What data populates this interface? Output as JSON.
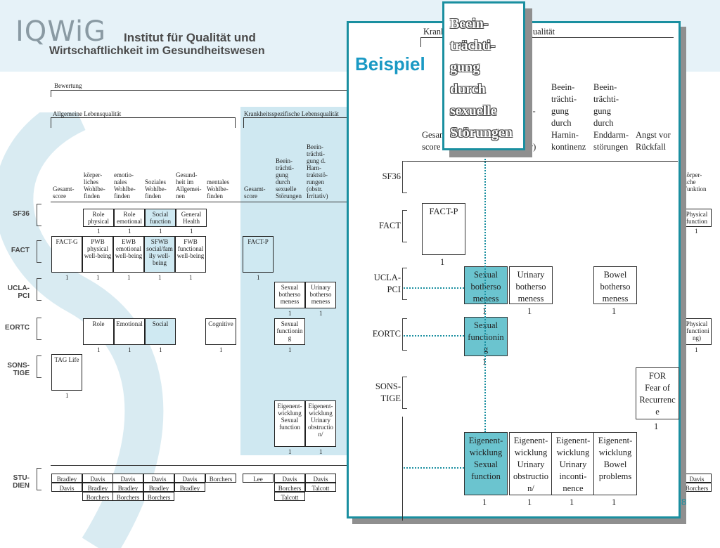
{
  "logo": {
    "mark": "IQWiG",
    "line1": "Institut für Qualität und",
    "line2": "Wirtschaftlichkeit im Gesundheitswesen"
  },
  "title": "Beispiel",
  "page_number": "8",
  "callout": {
    "lines": [
      "Beein-",
      "trächti-",
      "gung",
      "durch",
      "sexuelle",
      "Störungen"
    ]
  },
  "bg": {
    "bewertung": "Bewertung",
    "allg": "Allgemeine Lebensqualität",
    "krank": "Krankheitsspezifische Lebensqualität",
    "cols": [
      {
        "t": "Gesamt-\nscore"
      },
      {
        "t": "körper-\nliches\nWohlbe-\nfinden"
      },
      {
        "t": "emotio-\nnales\nWohlbe-\nfinden"
      },
      {
        "t": "Soziales\nWohlbe-\nfinden"
      },
      {
        "t": "Gesund-\nheit im\nAllgemei-\nnen"
      },
      {
        "t": "mentales\nWohlbe-\nfinden"
      },
      {
        "t": "Gesamt-\nscore"
      },
      {
        "t": "Beein-\nträchti-\ngung\ndurch\nsexuelle\nStörungen"
      },
      {
        "t": "Beein-\nträchti-\ngung d.\nHarn-\ntraktstö-\nrungen\n(obstr.\nIrritativ)"
      }
    ],
    "rows": [
      "SF36",
      "FACT",
      "UCLA-\nPCI",
      "EORTC",
      "SONS-\nTIGE",
      "STU-\nDIEN"
    ],
    "sf36": [
      "Role\nphysical",
      "Role\nemotional",
      "Social\nfunction",
      "General\nHealth"
    ],
    "fact": [
      "FACT-G",
      "PWB\nphysical\nwell-being",
      "EWB\nemotional\nwell-being",
      "SFWB\nsocial/fam\nily well-\nbeing",
      "FWB\nfunctional\nwell-being"
    ],
    "factp": "FACT-P",
    "ucla": [
      "Sexual\nbotherso\nmeness",
      "Urinary\nbotherso\nmeness"
    ],
    "eortc": [
      "Role",
      "Emotional",
      "Social",
      "Cognitive"
    ],
    "eortc_sex": "Sexual\nfunctionin\ng",
    "tag": "TAG Life",
    "eig": [
      "Eigenent-\nwicklung\nSexual\nfunction",
      "Eigenent-\nwicklung\nUrinary\nobstructio\nn/"
    ],
    "studien": [
      [
        "Bradley",
        "Davis"
      ],
      [
        "Davis",
        "Bradley",
        "Borchers"
      ],
      [
        "Davis",
        "Bradley",
        "Borchers"
      ],
      [
        "Davis",
        "Bradley",
        "Borchers"
      ],
      [
        "Davis",
        "Bradley"
      ],
      [
        "Borchers"
      ],
      [
        "Lee"
      ],
      [
        "Davis",
        "Borchers",
        "Talcott"
      ],
      [
        "Davis",
        "Talcott"
      ]
    ],
    "right": {
      "col": "körper-\nliche\nFunktion",
      "sf36": "Physical\nfunction",
      "eortc": "Physical\n(functioni\nng)",
      "stud": [
        "Davis",
        "Borchers"
      ]
    },
    "one": "1"
  },
  "zoom": {
    "header": "Krankheitsspezifische Lebensqualität",
    "cols": [
      "Gesamt-\nscore",
      "Beein-\nträchti-\ngung d.\nHarn-\ntraktstö-\nrungen\n(obstr.\nIrritativ)",
      "Beein-\nträchti-\ngung\ndurch\nHarnin-\nkontinenz",
      "Beein-\nträchti-\ngung\ndurch\nEnddarm-\nstörungen",
      "Angst vor\nRückfall"
    ],
    "rows": [
      "SF36",
      "FACT",
      "UCLA-\nPCI",
      "EORTC",
      "SONS-\nTIGE"
    ],
    "factp": "FACT-P",
    "ucla": [
      "Sexual\nbotherso\nmeness",
      "Urinary\nbotherso\nmeness",
      "Bowel\nbotherso\nmeness"
    ],
    "eortc": "Sexual\nfunctionin\ng",
    "for": "FOR\nFear of\nRecurrenc\ne",
    "eig": [
      "Eigenent-\nwicklung\nSexual\nfunction",
      "Eigenent-\nwicklung\nUrinary\nobstructio\nn/",
      "Eigenent-\nwicklung\nUrinary\ninconti-\nnence",
      "Eigenent-\nwicklung\nBowel\nproblems"
    ],
    "one": "1"
  }
}
